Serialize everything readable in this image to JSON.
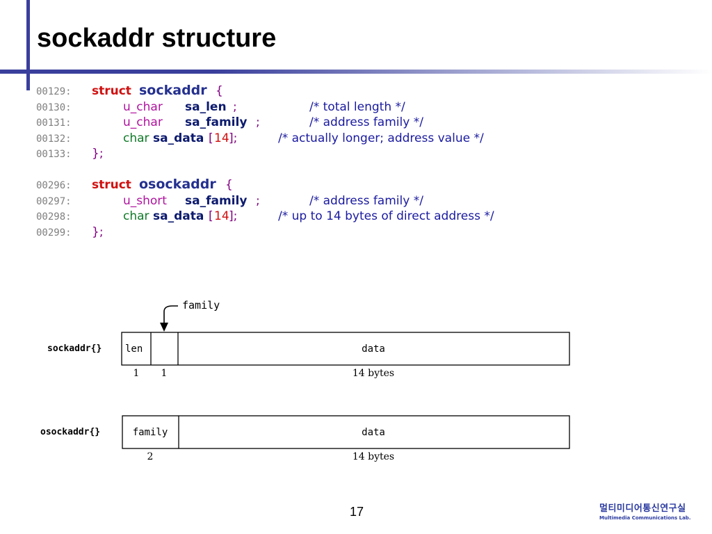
{
  "slide": {
    "title": "sockaddr structure",
    "page_number": "17"
  },
  "code_block_1": {
    "lines": [
      {
        "num": "00129:",
        "kw": "struct",
        "name": "sockaddr",
        "brace": "{"
      },
      {
        "num": "00130:",
        "type": "u_char",
        "field": "sa_len",
        "suffix": ";",
        "comment": "/* total length */"
      },
      {
        "num": "00131:",
        "type": "u_char",
        "field": "sa_family",
        "suffix": ";",
        "comment": "/* address family */"
      },
      {
        "num": "00132:",
        "type": "char",
        "field": "sa_data",
        "open": "[",
        "size": "14",
        "close": "];",
        "comment": "/* actually longer; address value */"
      },
      {
        "num": "00133:",
        "end": "};"
      }
    ]
  },
  "code_block_2": {
    "lines": [
      {
        "num": "00296:",
        "kw": "struct",
        "name": "osockaddr",
        "brace": "{"
      },
      {
        "num": "00297:",
        "type": "u_short",
        "field": "sa_family",
        "suffix": ";",
        "comment": "/* address family */"
      },
      {
        "num": "00298:",
        "type": "char",
        "field": "sa_data",
        "open": "[",
        "size": "14",
        "close": "];",
        "comment": "/* up to 14 bytes of direct address */"
      },
      {
        "num": "00299:",
        "end": "};"
      }
    ]
  },
  "diagram": {
    "pointer_label": "family",
    "sockaddr": {
      "name": "sockaddr{}",
      "fields": [
        "len",
        "",
        "data"
      ],
      "sizes": [
        "1",
        "1",
        "14 bytes"
      ]
    },
    "osockaddr": {
      "name": "osockaddr{}",
      "fields": [
        "family",
        "data"
      ],
      "sizes": [
        "2",
        "14 bytes"
      ]
    }
  },
  "logo": {
    "korean": "멀티미디어통신연구실",
    "english": "Multimedia Communications Lab."
  },
  "colors": {
    "accent_bar": "#3a3f9c",
    "keyword": "#d01010",
    "struct_name": "#24308f",
    "comment": "#1a1aa0"
  }
}
